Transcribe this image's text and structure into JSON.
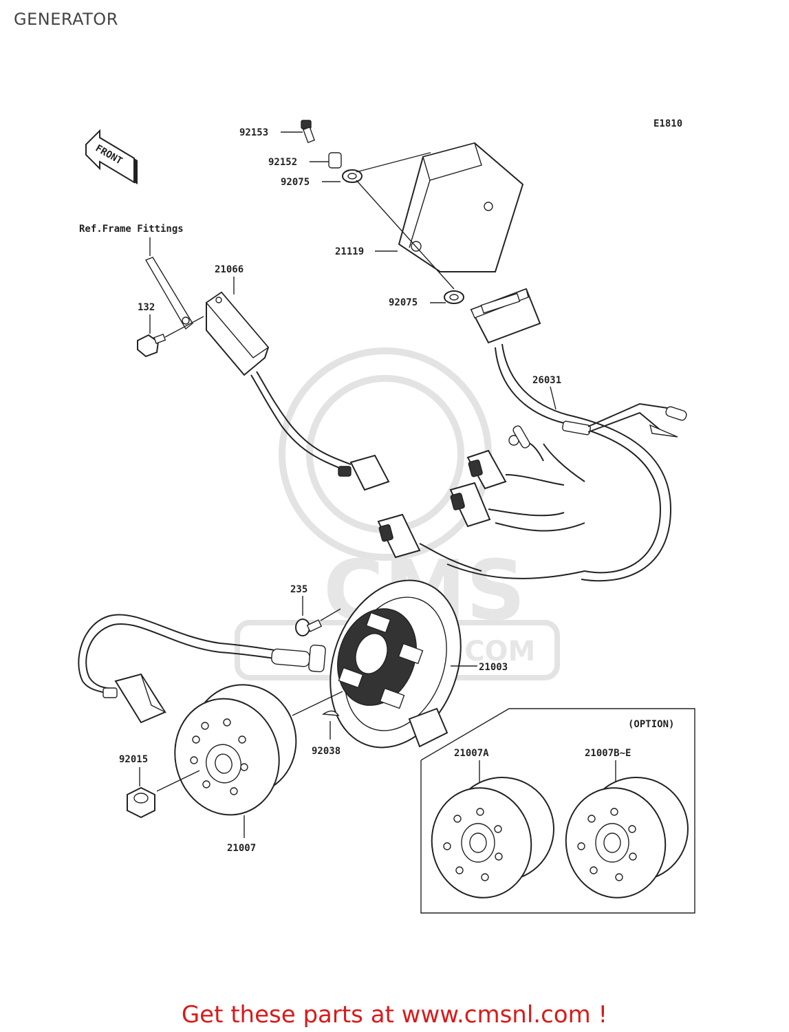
{
  "page_title": "GENERATOR",
  "diagram_code": "E1810",
  "front_marker": "FRONT",
  "ref_note": "Ref.Frame Fittings",
  "option_label": "(OPTION)",
  "watermark": {
    "big": "CMS",
    "url": ".COM"
  },
  "callouts": {
    "p92153": "92153",
    "p92152": "92152",
    "p92075a": "92075",
    "p21119": "21119",
    "p92075b": "92075",
    "p21066": "21066",
    "p132": "132",
    "p26031": "26031",
    "p235": "235",
    "p21003": "21003",
    "p92038": "92038",
    "p92015": "92015",
    "p21007": "21007",
    "p21007a": "21007A",
    "p21007b": "21007B~E"
  },
  "footer_link": "Get these parts at www.cmsnl.com !"
}
